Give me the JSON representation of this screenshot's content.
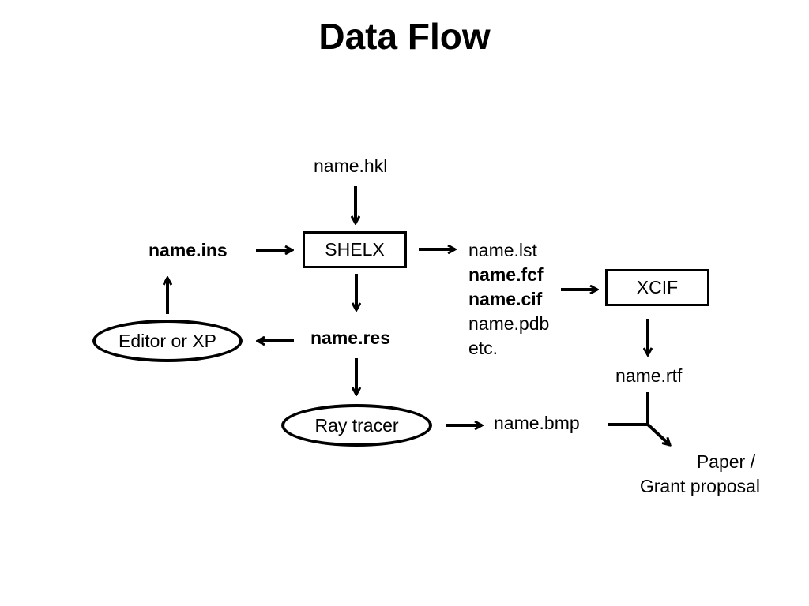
{
  "title": "Data Flow",
  "nodes": {
    "hkl": "name.hkl",
    "shelx": "SHELX",
    "ins": "name.ins",
    "res": "name.res",
    "editor": "Editor or XP",
    "raytracer": "Ray tracer",
    "bmp": "name.bmp",
    "outputs": [
      "name.lst",
      "name.fcf",
      "name.cif",
      "name.pdb",
      "etc."
    ],
    "xcif": "XCIF",
    "rtf": "name.rtf",
    "paper_line1": "Paper /",
    "paper_line2": "Grant proposal"
  },
  "colors": {
    "ink": "#000000",
    "background": "#ffffff"
  }
}
